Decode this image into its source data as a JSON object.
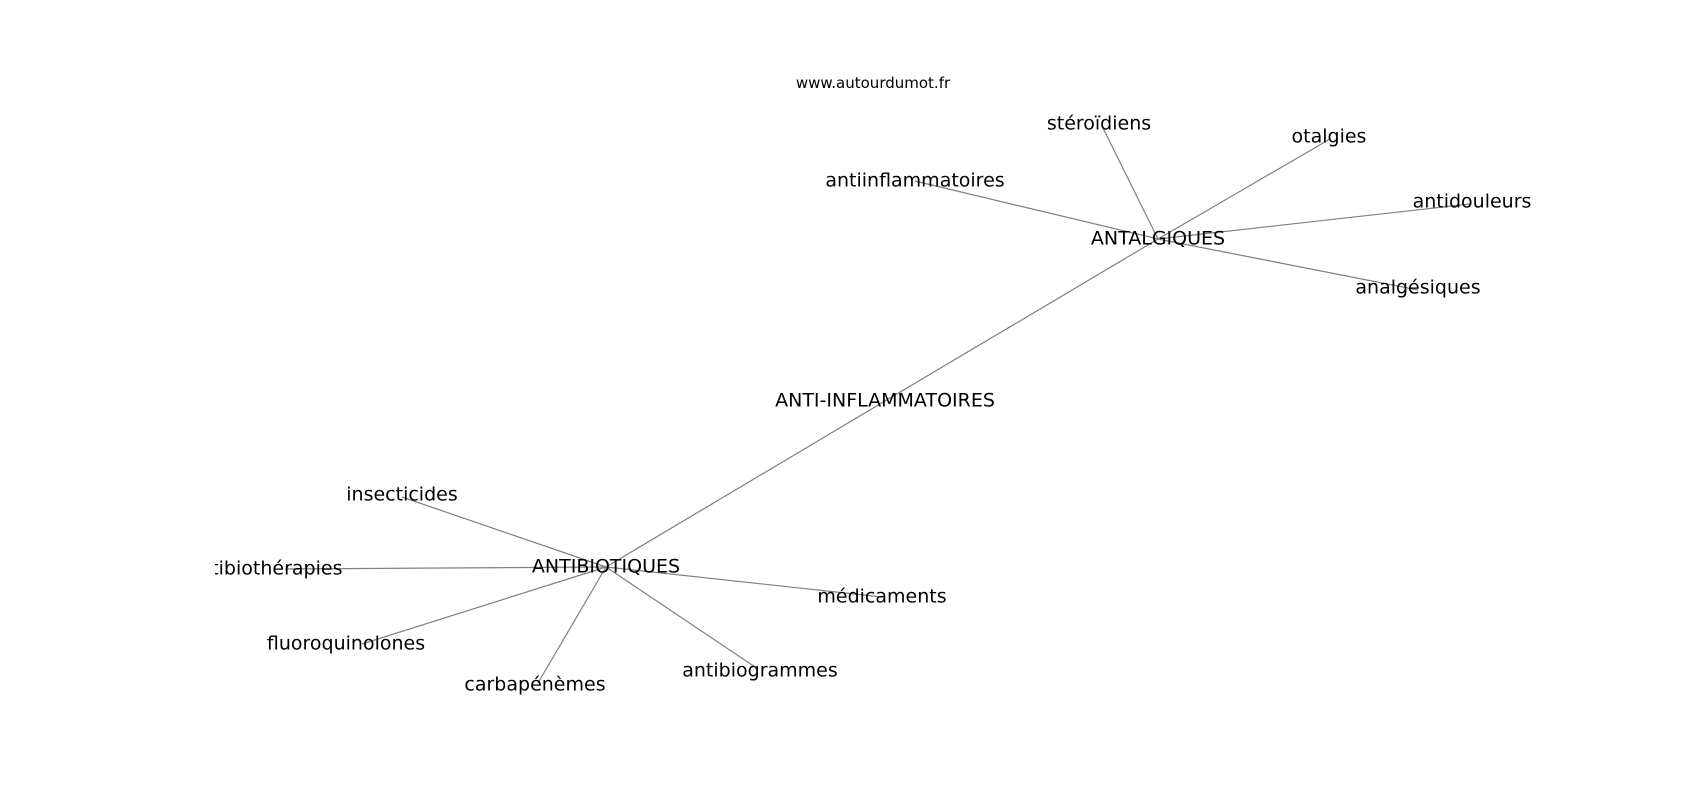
{
  "watermark": "www.autourdumot.fr",
  "nodes": {
    "center": "ANTI-INFLAMMATOIRES",
    "antalgiques": "ANTALGIQUES",
    "antibiotiques": "ANTIBIOTIQUES",
    "steroidiens": "stéroïdiens",
    "otalgies": "otalgies",
    "antiinflammatoires": "antiinflammatoires",
    "antidouleurs": "antidouleurs",
    "analgesiques": "analgésiques",
    "insecticides": "insecticides",
    "antibiotherapies": "antibiothérapies",
    "fluoroquinolones": "fluoroquinolones",
    "carbapenemes": "carbapénèmes",
    "antibiogrammes": "antibiogrammes",
    "medicaments": "médicaments"
  },
  "edges": [
    [
      "center",
      "antalgiques"
    ],
    [
      "center",
      "antibiotiques"
    ],
    [
      "antalgiques",
      "steroidiens"
    ],
    [
      "antalgiques",
      "otalgies"
    ],
    [
      "antalgiques",
      "antiinflammatoires"
    ],
    [
      "antalgiques",
      "antidouleurs"
    ],
    [
      "antalgiques",
      "analgesiques"
    ],
    [
      "antibiotiques",
      "insecticides"
    ],
    [
      "antibiotiques",
      "antibiotherapies"
    ],
    [
      "antibiotiques",
      "fluoroquinolones"
    ],
    [
      "antibiotiques",
      "carbapenemes"
    ],
    [
      "antibiotiques",
      "antibiogrammes"
    ],
    [
      "antibiotiques",
      "medicaments"
    ]
  ]
}
